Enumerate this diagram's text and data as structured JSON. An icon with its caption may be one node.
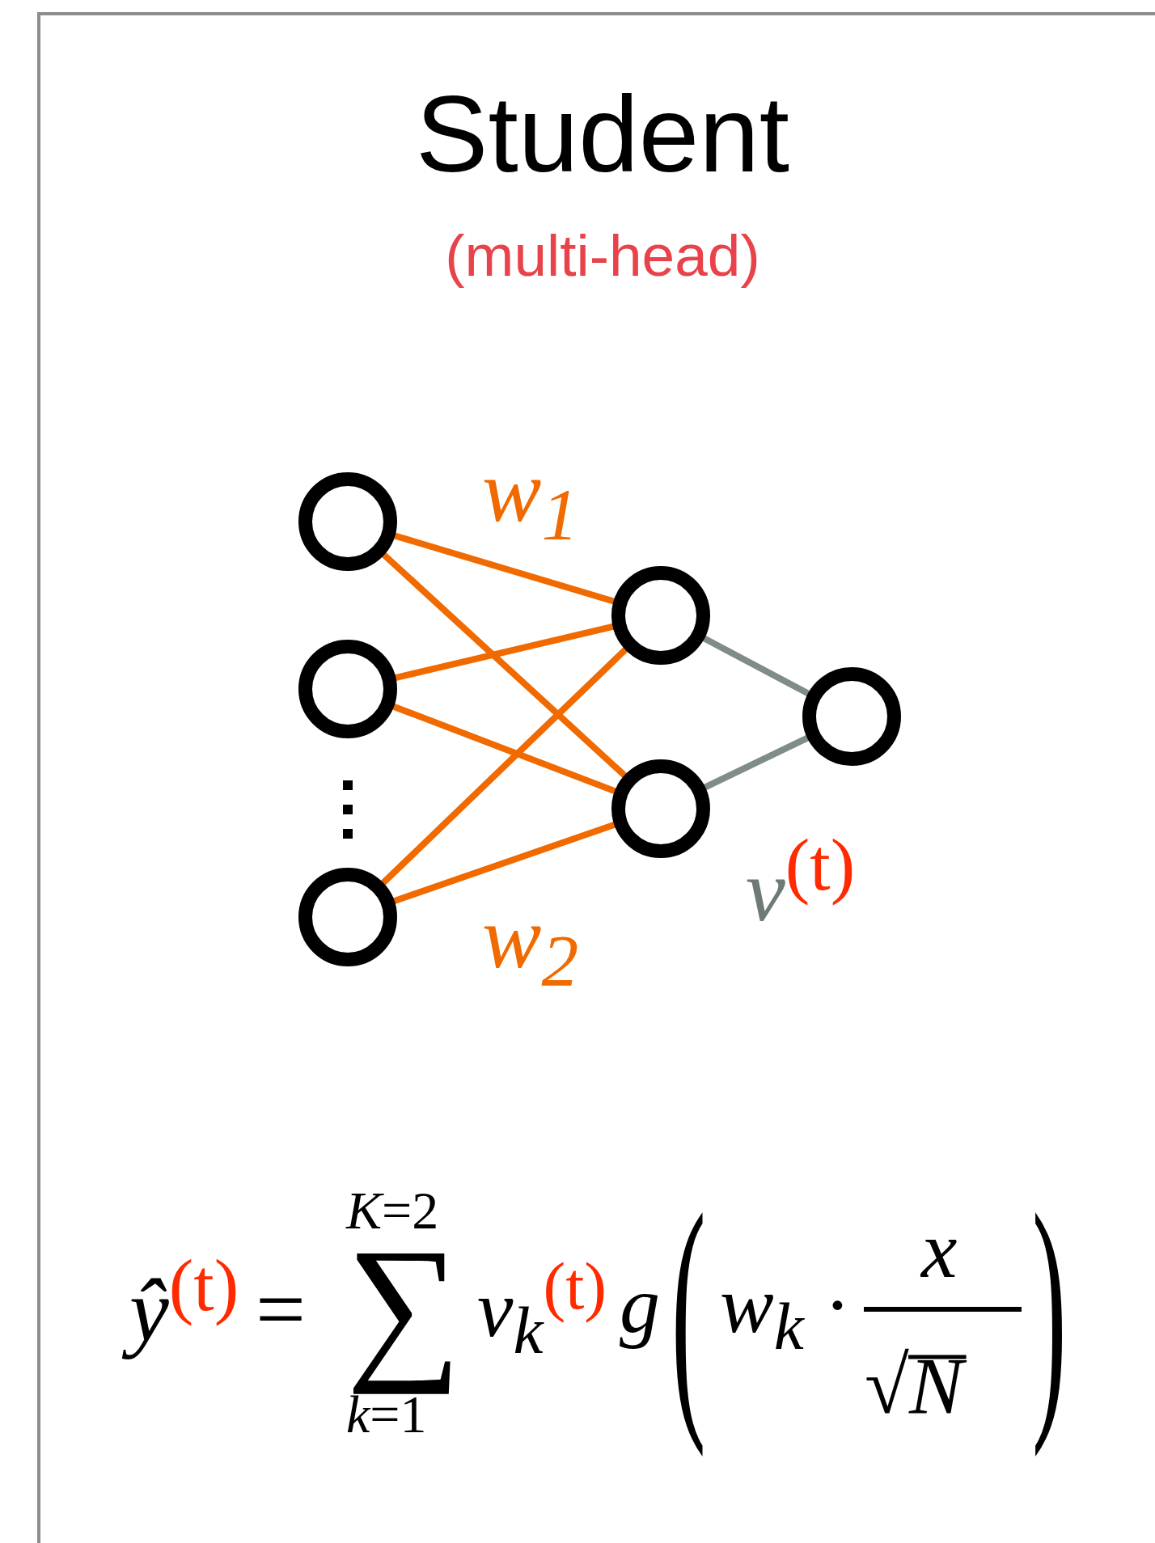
{
  "diagram": {
    "nodes": [
      {
        "text": [
          "Student",
          "(multi-head)"
        ]
      },
      {
        "text": [],
        "shape": "circle",
        "in": 0
      },
      {
        "text": [],
        "shape": "circle",
        "in": 0
      },
      {
        "text": [],
        "shape": "circle",
        "in": 0
      },
      {
        "text": [],
        "shape": "circle",
        "in": 0
      },
      {
        "text": [],
        "shape": "circle",
        "in": 0
      },
      {
        "text": [],
        "shape": "circle",
        "in": 0
      }
    ],
    "edges": [
      {
        "from": 1,
        "to": 4,
        "arrow": "none"
      },
      {
        "from": 1,
        "to": 5,
        "arrow": "none"
      },
      {
        "from": 2,
        "to": 4,
        "arrow": "none"
      },
      {
        "from": 2,
        "to": 5,
        "arrow": "none"
      },
      {
        "from": 3,
        "to": 4,
        "arrow": "none"
      },
      {
        "from": 3,
        "to": 5,
        "arrow": "none"
      },
      {
        "from": 4,
        "to": 6,
        "arrow": "none",
        "color": "#7f8c88"
      },
      {
        "from": 5,
        "to": 6,
        "arrow": "none",
        "color": "#7f8c88"
      }
    ],
    "labels": [
      "*w*$_{1}$",
      "*w*$_{2}$",
      "*v*$^{(t)}$",
      "*ŷ*$^{(t)}$",
      "=",
      "*K*=2",
      "∑",
      "*k*=1",
      "*v*$_{k}$$^{(t)}$",
      "*g*",
      "(",
      "*w*$_{k}$ ·",
      "*x*",
      "√*N*",
      ")"
    ]
  }
}
